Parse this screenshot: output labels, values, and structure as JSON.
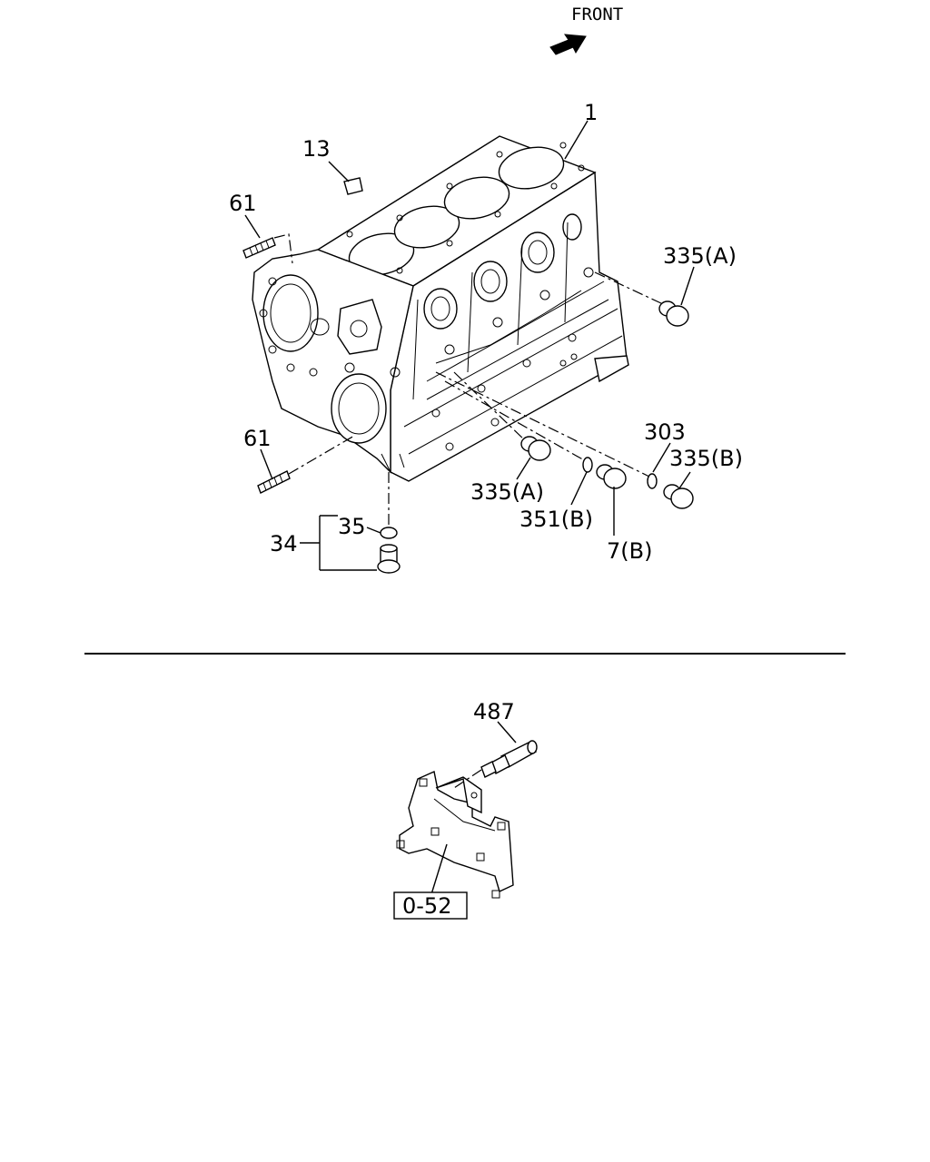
{
  "front_label": "FRONT",
  "callouts": {
    "c1": "1",
    "c13": "13",
    "c61_top": "61",
    "c61_bottom": "61",
    "c335a_right": "335(A)",
    "c335a_bottom": "335(A)",
    "c303": "303",
    "c335b": "335(B)",
    "c351b": "351(B)",
    "c7b": "7(B)",
    "c35": "35",
    "c34": "34",
    "c487": "487",
    "c052": "0-52"
  }
}
